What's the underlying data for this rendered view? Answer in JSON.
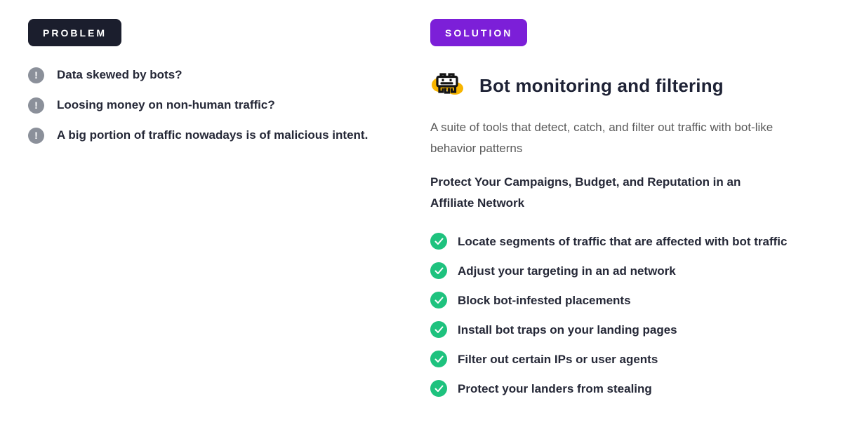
{
  "problem": {
    "badge": "PROBLEM",
    "items": [
      "Data skewed by bots?",
      "Loosing money on non-human traffic?",
      "A big portion of traffic nowadays is of malicious intent."
    ],
    "item_icon": "exclamation-circle-icon",
    "item_icon_glyph": "!"
  },
  "solution": {
    "badge": "SOLUTION",
    "title": "Bot monitoring and filtering",
    "title_icon": "bot-icon",
    "description": "A suite of tools that detect, catch, and filter out traffic with bot-like behavior patterns",
    "subheading": "Protect Your Campaigns, Budget, and Reputation in an Affiliate Network",
    "checklist": [
      "Locate segments of traffic that are affected with bot traffic",
      "Adjust your targeting in an ad network",
      "Block bot-infested placements",
      "Install bot traps on your landing pages",
      "Filter out certain IPs or user agents",
      "Protect your landers from stealing"
    ],
    "check_icon": "check-circle-icon"
  },
  "colors": {
    "problem_badge_bg": "#1b1e2d",
    "solution_badge_bg": "#7c1fd8",
    "check_green": "#1ec27e",
    "warn_gray": "#8b909a",
    "text_dark": "#252837",
    "text_gray": "#5a5a5a",
    "bot_yellow": "#f7b500"
  }
}
